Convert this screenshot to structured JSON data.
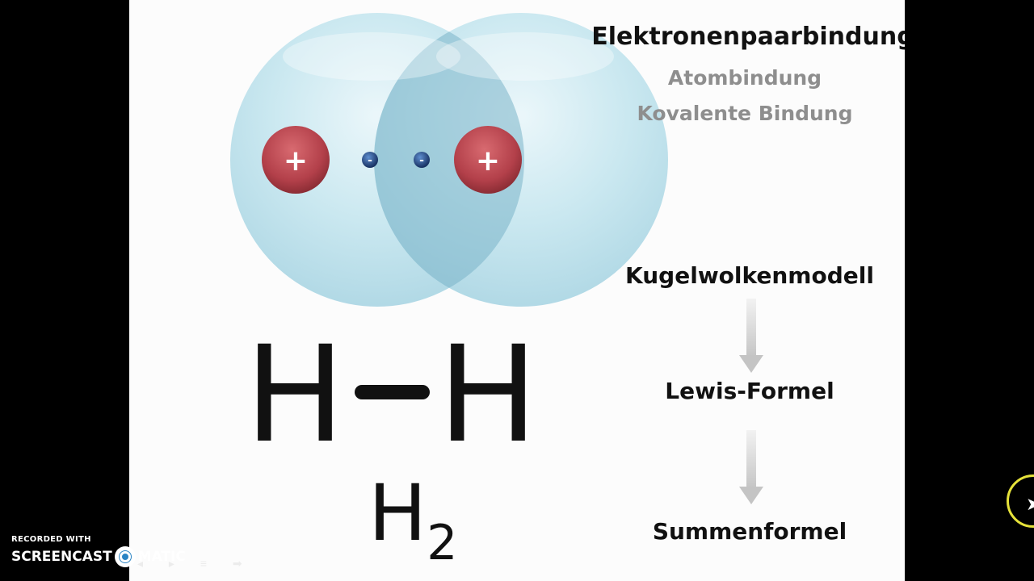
{
  "slide": {
    "title": "Elektronenpaarbindung",
    "subtitle_1": "Atombindung",
    "subtitle_2": "Kovalente Bindung",
    "model_1": "Kugelwolkenmodell",
    "model_2": "Lewis-Formel",
    "model_3": "Summenformel",
    "nucleus_symbol": "+",
    "electron_symbol": "-",
    "lewis_left": "H",
    "lewis_right": "H",
    "formula_element": "H",
    "formula_subscript": "2",
    "colors": {
      "cloud": "#bfe3ee",
      "overlap": "#8fc3d5",
      "nucleus": "#b8434a",
      "electron": "#1f3f7a",
      "arrow": "#cfcfcf"
    }
  },
  "watermark": {
    "line_1": "RECORDED WITH",
    "line_2_left": "SCREENCAST",
    "line_2_right": "MATIC",
    "logo_icon": "screencast-o-matic-logo-icon"
  },
  "player": {
    "cursor_icon": "cursor-icon",
    "ghost_icons": "◂ ▸ ≡ ➡"
  }
}
